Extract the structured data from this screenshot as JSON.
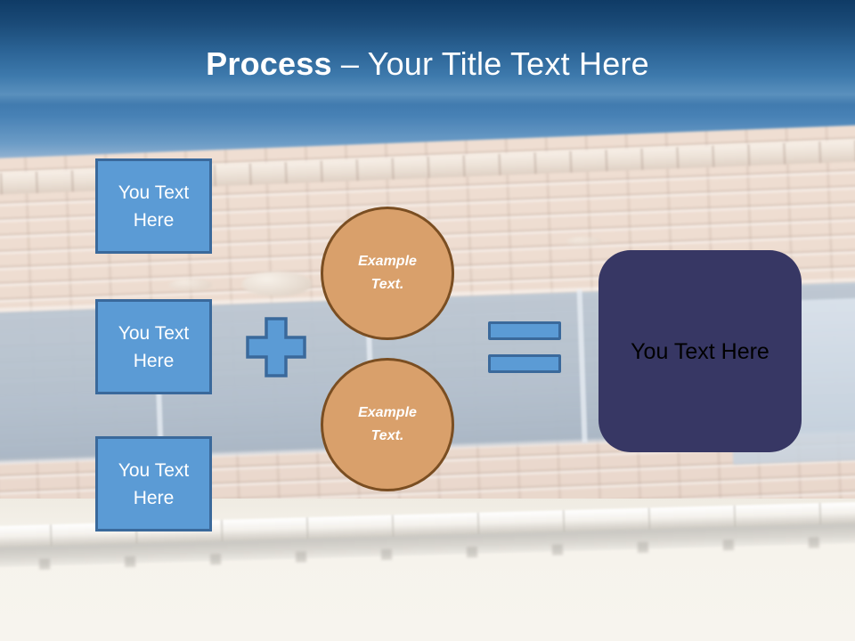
{
  "slide": {
    "title": {
      "strong": "Process",
      "separator": " – ",
      "rest": "Your Title Text Here"
    },
    "colors": {
      "title_band_top": "#0f3b66",
      "title_band_bottom": "#5a90bd",
      "blue_fill": "#5b9bd5",
      "blue_border": "#3a699b",
      "orange_fill": "#d9a06b",
      "orange_border": "#7a4e22",
      "navy_fill": "#373764",
      "text_white": "#ffffff",
      "text_black": "#000000"
    },
    "input_boxes": [
      {
        "line1": "You Text",
        "line2": "Here"
      },
      {
        "line1": "You Text",
        "line2": "Here"
      },
      {
        "line1": "You Text",
        "line2": "Here"
      }
    ],
    "operators": {
      "plus": "+",
      "equals": "="
    },
    "circles": [
      {
        "line1": "Example",
        "line2": "Text."
      },
      {
        "line1": "Example",
        "line2": "Text."
      }
    ],
    "result_box": {
      "label": "You Text Here"
    }
  }
}
